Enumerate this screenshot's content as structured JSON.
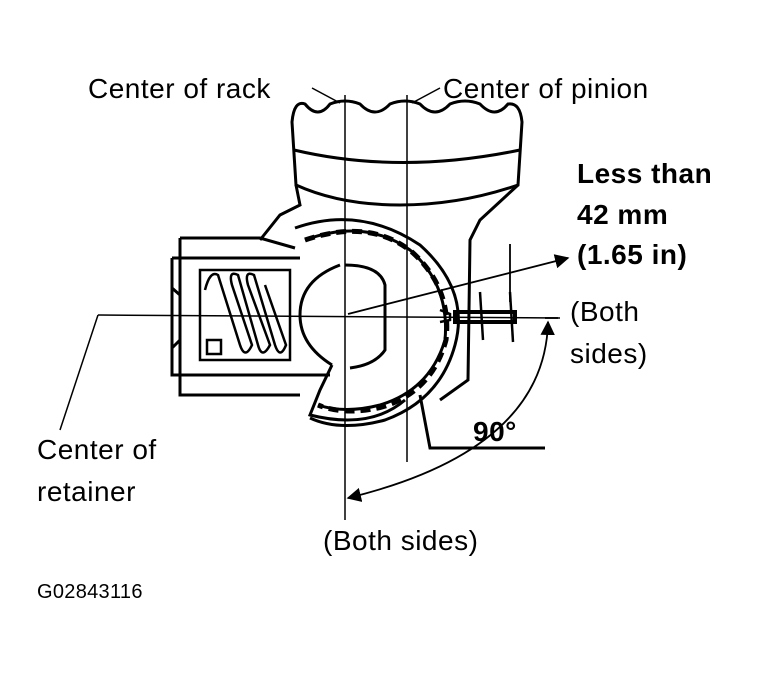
{
  "labels": {
    "center_rack": "Center of rack",
    "center_pinion": "Center of pinion",
    "less_than_line1": "Less than",
    "less_than_line2": "42 mm",
    "less_than_line3": "(1.65 in)",
    "both_sides_right_line1": "(Both",
    "both_sides_right_line2": "sides)",
    "angle": "90°",
    "center_retainer_line1": "Center of",
    "center_retainer_line2": "retainer",
    "both_sides_bottom": "(Both sides)",
    "figure_code": "G02843116"
  },
  "colors": {
    "ink": "#000000",
    "paper": "#ffffff"
  }
}
